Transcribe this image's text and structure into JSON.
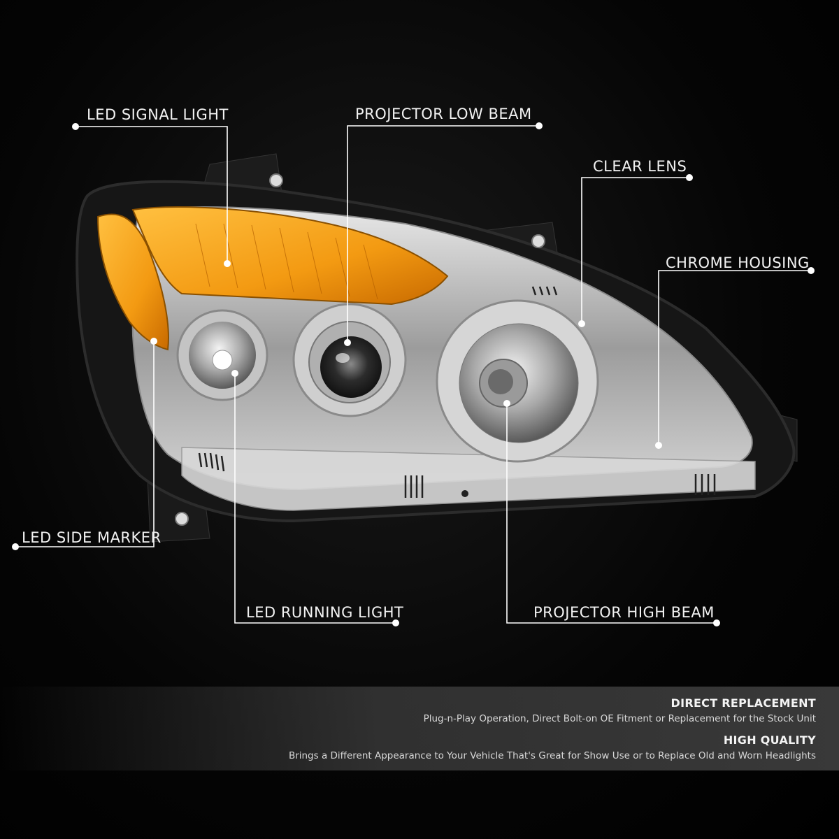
{
  "callouts": {
    "led_signal_light": "LED SIGNAL LIGHT",
    "projector_low_beam": "PROJECTOR LOW BEAM",
    "clear_lens": "CLEAR LENS",
    "chrome_housing": "CHROME HOUSING",
    "led_side_marker": "LED SIDE MARKER",
    "led_running_light": "LED RUNNING LIGHT",
    "projector_high_beam": "PROJECTOR HIGH BEAM"
  },
  "features": [
    {
      "title": "DIRECT REPLACEMENT",
      "description": "Plug-n-Play Operation, Direct Bolt-on OE Fitment or Replacement for the Stock Unit"
    },
    {
      "title": "HIGH QUALITY",
      "description": "Brings a Different Appearance to Your Vehicle That's Great for Show Use or to Replace Old and Worn Headlights"
    }
  ],
  "colors": {
    "background": "#000000",
    "amber": "#f5a623",
    "chrome": "#c8c8c8",
    "callout_line": "#ffffff"
  }
}
